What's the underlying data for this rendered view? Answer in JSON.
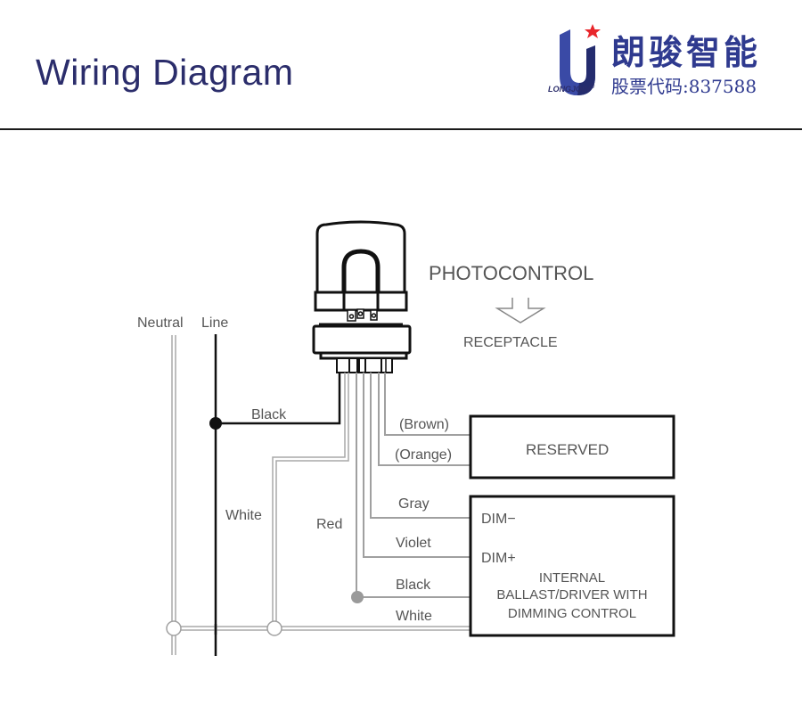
{
  "header": {
    "title": "Wiring Diagram",
    "brand_name_cn": "朗骏智能",
    "brand_name_en": "LONGJOIN",
    "registered_mark": "®",
    "stock_code_label": "股票代码:837588"
  },
  "diagram": {
    "photocontrol_label": "PHOTOCONTROL",
    "receptacle_label": "RECEPTACLE",
    "supply_labels": {
      "neutral": "Neutral",
      "line": "Line"
    },
    "wires": {
      "line_black": "Black",
      "neutral_white": "White",
      "red": "Red",
      "brown": "(Brown)",
      "orange": "(Orange)",
      "gray": "Gray",
      "violet": "Violet",
      "load_black": "Black",
      "load_white": "White"
    },
    "reserved_box": {
      "label": "RESERVED"
    },
    "driver_box": {
      "dim_minus": "DIM−",
      "dim_plus": "DIM+",
      "line1": "INTERNAL",
      "line2": "BALLAST/DRIVER WITH",
      "line3": "DIMMING CONTROL"
    },
    "colors": {
      "title": "#2b2d6b",
      "brand": "#2f3a8f",
      "star": "#e8262b",
      "line_wire": "#111111",
      "signal_wire": "#9a9a9a",
      "label": "#555555"
    }
  }
}
